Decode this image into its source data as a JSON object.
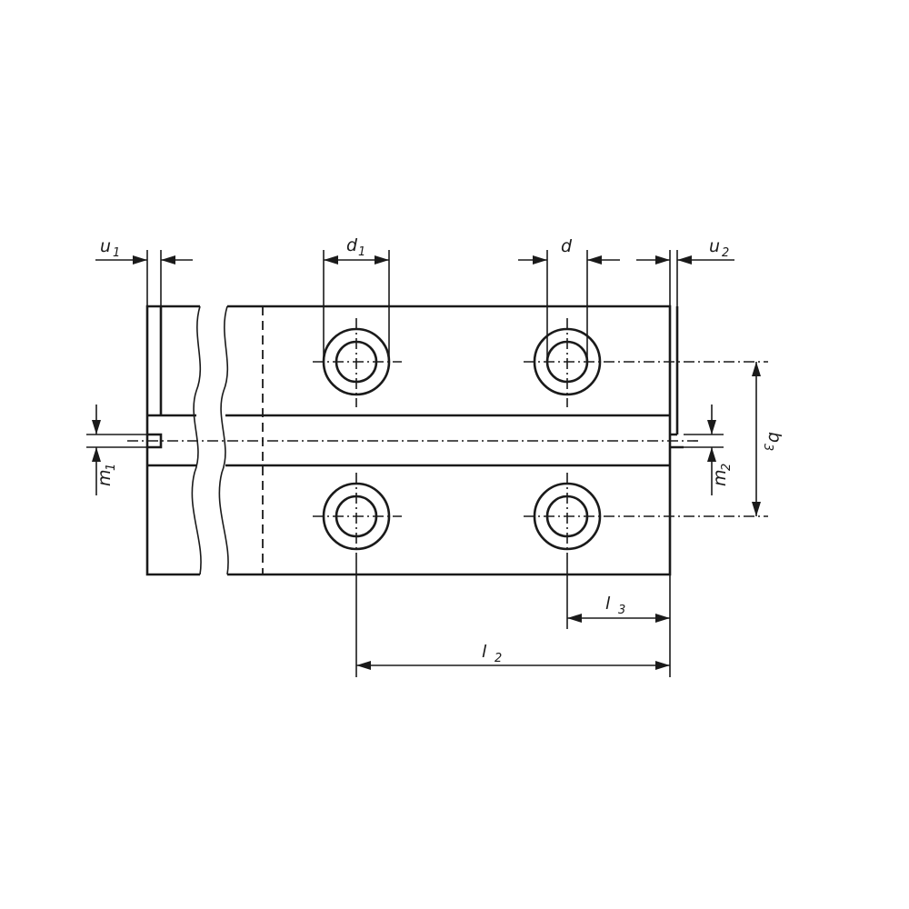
{
  "labels": {
    "u1": {
      "main": "u",
      "sub": "1"
    },
    "d1": {
      "main": "d",
      "sub": "1"
    },
    "d": {
      "main": "d",
      "sub": ""
    },
    "u2": {
      "main": "u",
      "sub": "2"
    },
    "b3": {
      "main": "b",
      "sub": "3"
    },
    "m1": {
      "main": "m",
      "sub": "1"
    },
    "m2": {
      "main": "m",
      "sub": "2"
    },
    "l3": {
      "main": "l",
      "sub": "3"
    },
    "l2": {
      "main": "l",
      "sub": "2"
    }
  }
}
